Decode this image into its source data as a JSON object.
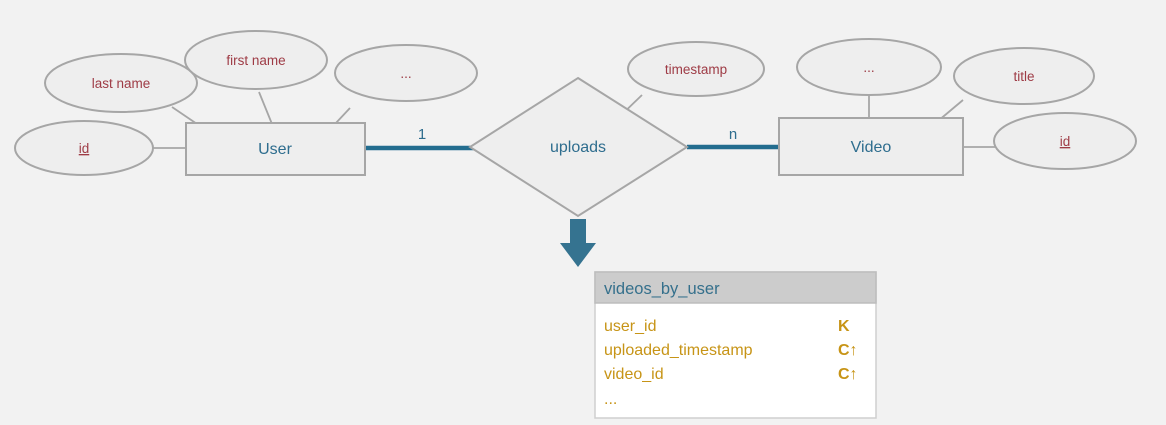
{
  "diagram": {
    "type": "entity-relationship-diagram",
    "background_color": "#f2f2f2",
    "entity_color": "#2e6d8e",
    "attribute_color": "#9e3b45",
    "relationship_link_color": "#236d8f",
    "table_column_color": "#c79416",
    "table_header_bg": "#cccccc",
    "entities": [
      {
        "name": "User",
        "attributes": [
          {
            "label": "id",
            "is_key": true
          },
          {
            "label": "last name",
            "is_key": false
          },
          {
            "label": "first name",
            "is_key": false
          },
          {
            "label": "...",
            "is_key": false
          }
        ]
      },
      {
        "name": "Video",
        "attributes": [
          {
            "label": "timestamp",
            "is_key": false
          },
          {
            "label": "...",
            "is_key": false
          },
          {
            "label": "title",
            "is_key": false
          },
          {
            "label": "id",
            "is_key": true
          }
        ]
      }
    ],
    "relationship": {
      "name": "uploads",
      "left_cardinality": "1",
      "right_cardinality": "n"
    }
  },
  "table": {
    "title": "videos_by_user",
    "columns": [
      {
        "name": "user_id",
        "marker": "K"
      },
      {
        "name": "uploaded_timestamp",
        "marker": "C↑"
      },
      {
        "name": "video_id",
        "marker": "C↑"
      },
      {
        "name": "...",
        "marker": ""
      }
    ]
  }
}
